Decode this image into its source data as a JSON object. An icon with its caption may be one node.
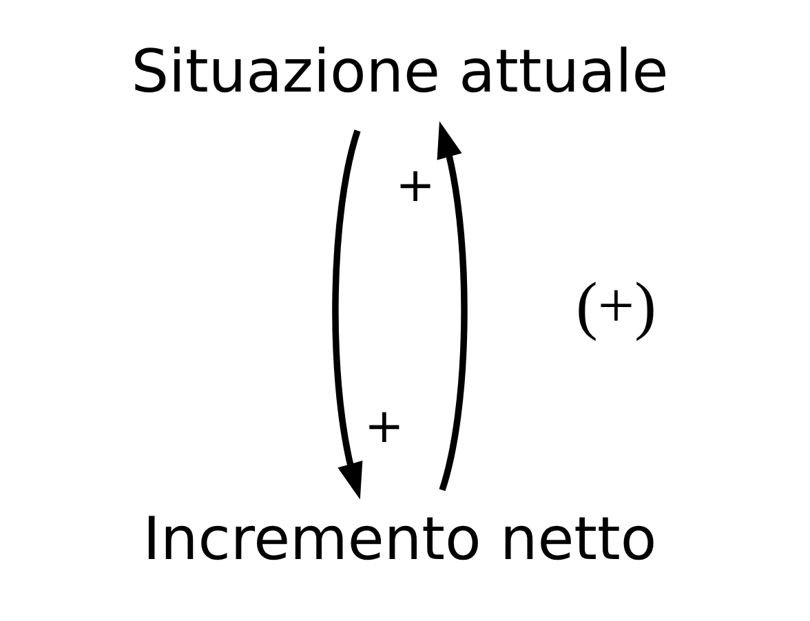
{
  "diagram": {
    "nodes": [
      {
        "text": [
          "Situazione attuale"
        ]
      },
      {
        "text": [
          "Incremento netto"
        ]
      }
    ],
    "edges": [
      {
        "from": 0,
        "to": 1,
        "arrow": "to",
        "label": "+"
      },
      {
        "from": 1,
        "to": 0,
        "arrow": "to",
        "label": "+"
      }
    ],
    "labels": [
      "(+)"
    ]
  }
}
